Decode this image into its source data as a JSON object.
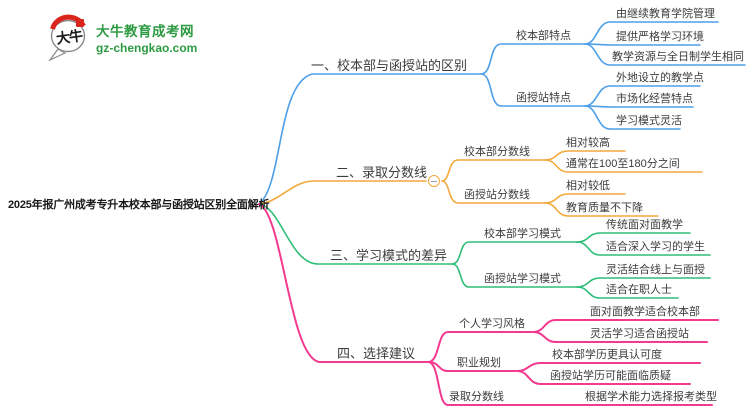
{
  "logo": {
    "mark_text": "大牛",
    "site_name": "大牛教育成考网",
    "site_url": "gz-chengkao.com"
  },
  "colors": {
    "branch1_blue": "#4d9fe8",
    "branch2_orange": "#f2a93c",
    "branch3_green": "#2ebe78",
    "branch4_pink": "#f23a8f",
    "brand_green": "#2e9b43",
    "seal_red": "#d9251c",
    "text_ink": "#3c3c3c",
    "title_ink": "#1a1a1a"
  },
  "root": {
    "title": "2025年报广州成考专升本校本部与函授站区别全面解析"
  },
  "branches": [
    {
      "label": "一、校本部与函授站的区别",
      "children": [
        {
          "label": "校本部特点",
          "leaves": [
            "由继续教育学院管理",
            "提供严格学习环境",
            "教学资源与全日制学生相同"
          ]
        },
        {
          "label": "函授站特点",
          "leaves": [
            "外地设立的教学点",
            "市场化经营特点",
            "学习模式灵活"
          ]
        }
      ]
    },
    {
      "label": "二、录取分数线",
      "collapse_icon": "minus",
      "children": [
        {
          "label": "校本部分数线",
          "leaves": [
            "相对较高",
            "通常在100至180分之间"
          ]
        },
        {
          "label": "函授站分数线",
          "leaves": [
            "相对较低",
            "教育质量不下降"
          ]
        }
      ]
    },
    {
      "label": "三、学习模式的差异",
      "children": [
        {
          "label": "校本部学习模式",
          "leaves": [
            "传统面对面教学",
            "适合深入学习的学生"
          ]
        },
        {
          "label": "函授站学习模式",
          "leaves": [
            "灵活结合线上与面授",
            "适合在职人士"
          ]
        }
      ]
    },
    {
      "label": "四、选择建议",
      "children": [
        {
          "label": "个人学习风格",
          "leaves": [
            "面对面教学适合校本部",
            "灵活学习适合函授站"
          ]
        },
        {
          "label": "职业规划",
          "leaves": [
            "校本部学历更具认可度",
            "函授站学历可能面临质疑"
          ]
        },
        {
          "label": "录取分数线",
          "leaves": [
            "根据学术能力选择报考类型"
          ]
        }
      ]
    }
  ]
}
